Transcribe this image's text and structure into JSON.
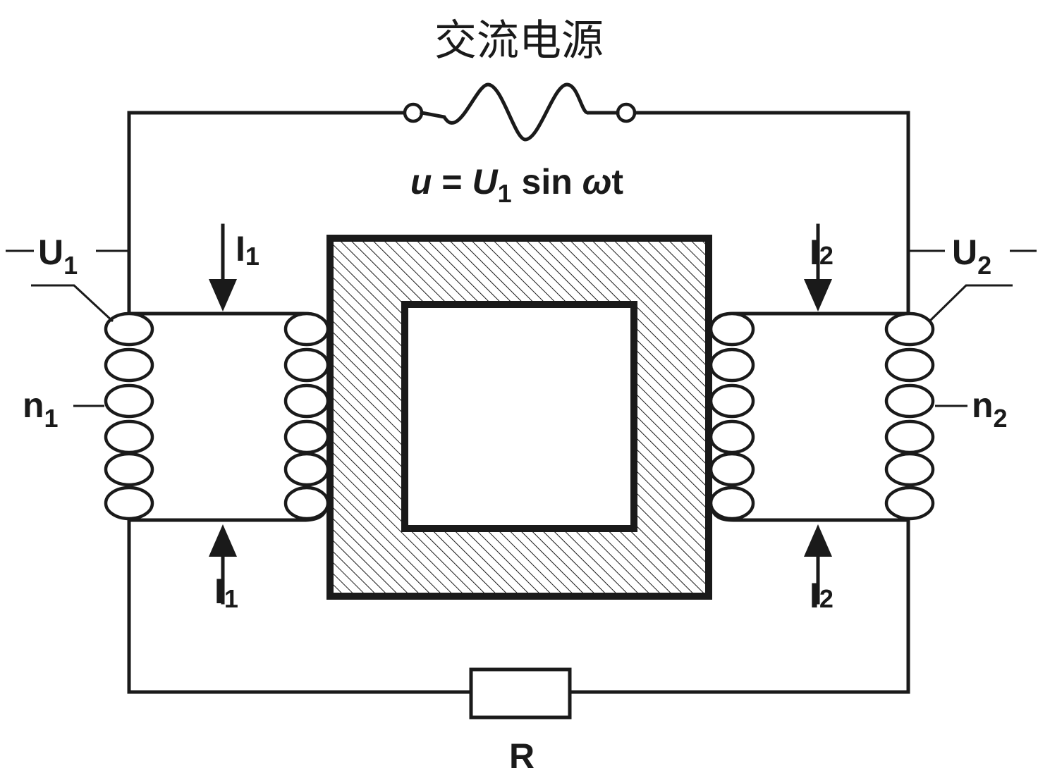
{
  "source": {
    "title": "交流电源"
  },
  "formula": {
    "lhs": "u",
    "eq": "=",
    "amp": "U",
    "amp_sub": "1",
    "fn": "sin",
    "arg_omega": "ω",
    "arg_t": "t"
  },
  "primary": {
    "voltage": "U",
    "voltage_sub": "1",
    "turns": "n",
    "turns_sub": "1",
    "current_top": "I",
    "current_top_sub": "1",
    "current_bottom": "I",
    "current_bottom_sub": "1"
  },
  "secondary": {
    "voltage": "U",
    "voltage_sub": "2",
    "turns": "n",
    "turns_sub": "2",
    "current_top": "I",
    "current_top_sub": "2",
    "current_bottom": "I",
    "current_bottom_sub": "2"
  },
  "load": {
    "label": "R"
  }
}
